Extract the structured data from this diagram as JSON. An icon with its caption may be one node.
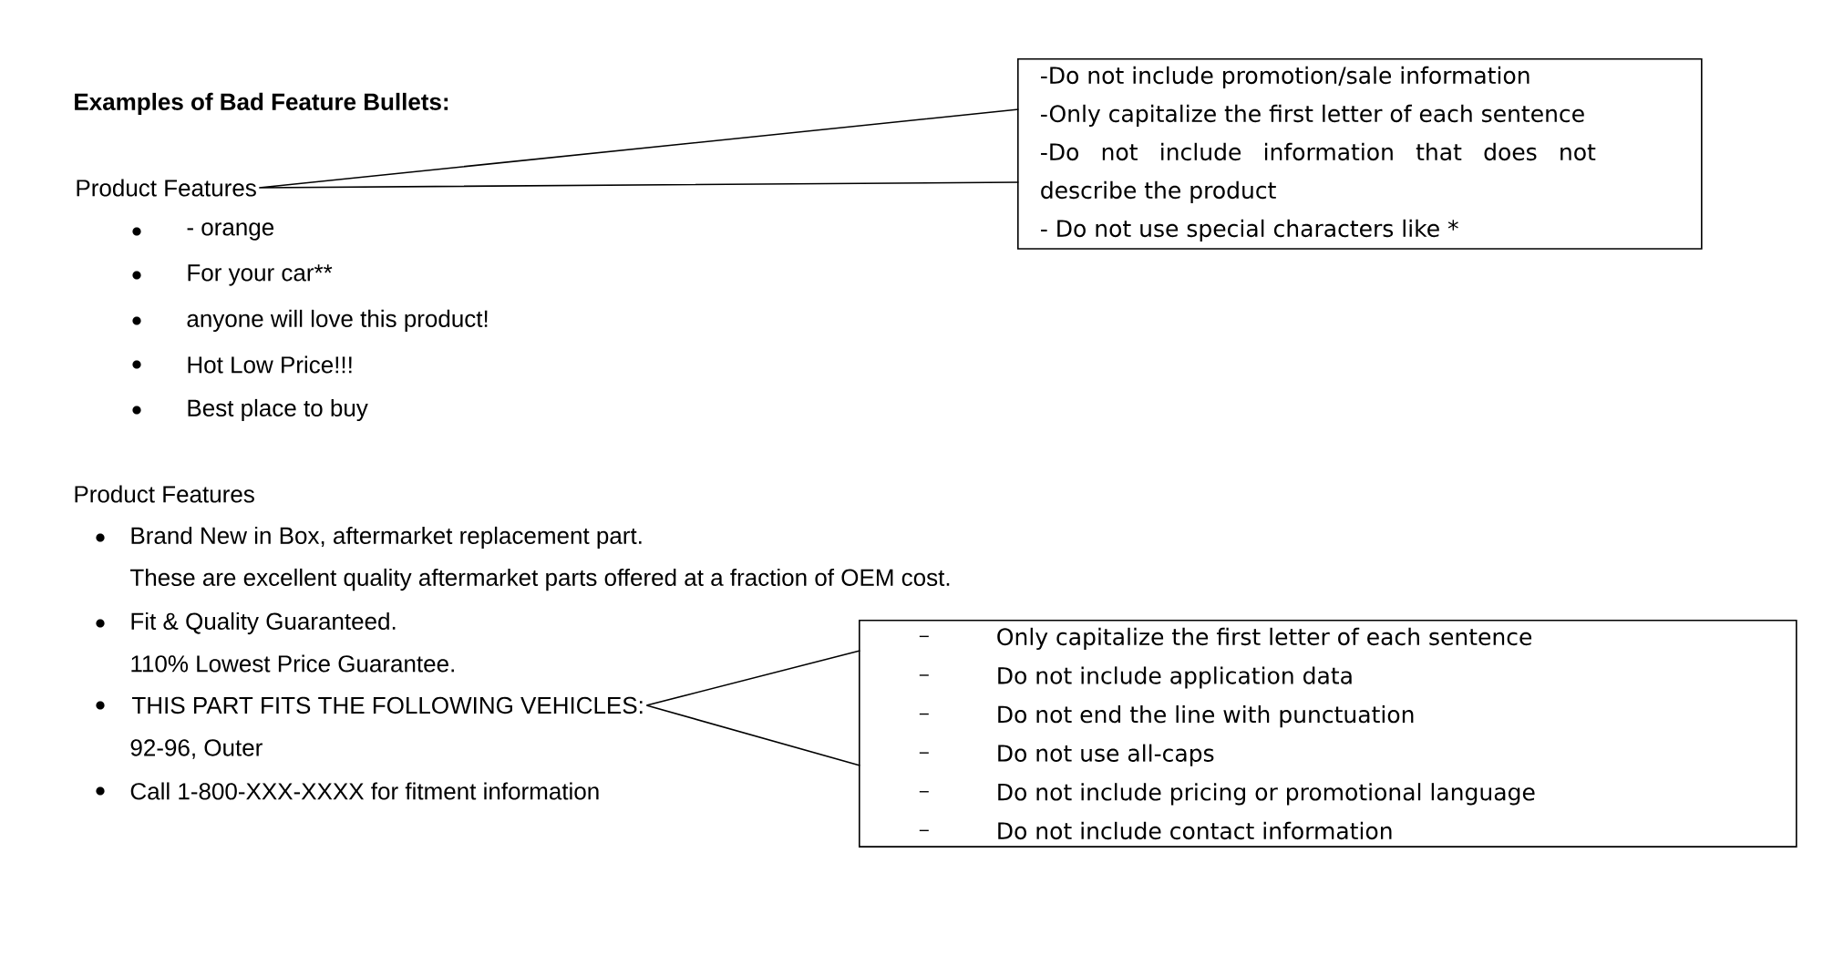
{
  "diagram": {
    "title": "Examples of Bad Feature Bullets:",
    "nodes": [
      {
        "text": [
          "Product Features"
        ]
      },
      {
        "text": [
          "-Do not include promotion/sale information",
          "-Only capitalize the first letter of each sentence",
          "-Do not include information that does not describe the product",
          "- Do not use special characters like *"
        ]
      },
      {
        "text": [
          "THIS PART FITS THE FOLLOWING VEHICLES:"
        ]
      },
      {
        "text": [
          "Only capitalize the first letter of each sentence",
          "Do not include application data",
          "Do not end the line with punctuation",
          "Do not use all-caps",
          "Do not include pricing or promotional language",
          "Do not include contact information"
        ]
      }
    ],
    "edges": [
      {
        "from": 1,
        "to": 0,
        "arrow": "none"
      },
      {
        "from": 3,
        "to": 2,
        "arrow": "none"
      }
    ],
    "labels": [
      "- orange",
      "For your car**",
      "anyone will love this product!",
      "Hot Low Price!!!",
      "Best place to buy",
      "Product Features",
      "Brand New in Box, aftermarket replacement part.",
      "These are excellent quality aftermarket parts offered at a fraction of OEM cost.",
      "Fit & Quality Guaranteed.",
      "110% Lowest Price Guarantee.",
      "92-96, Outer",
      "Call 1-800-XXX-XXXX for fitment information"
    ]
  }
}
